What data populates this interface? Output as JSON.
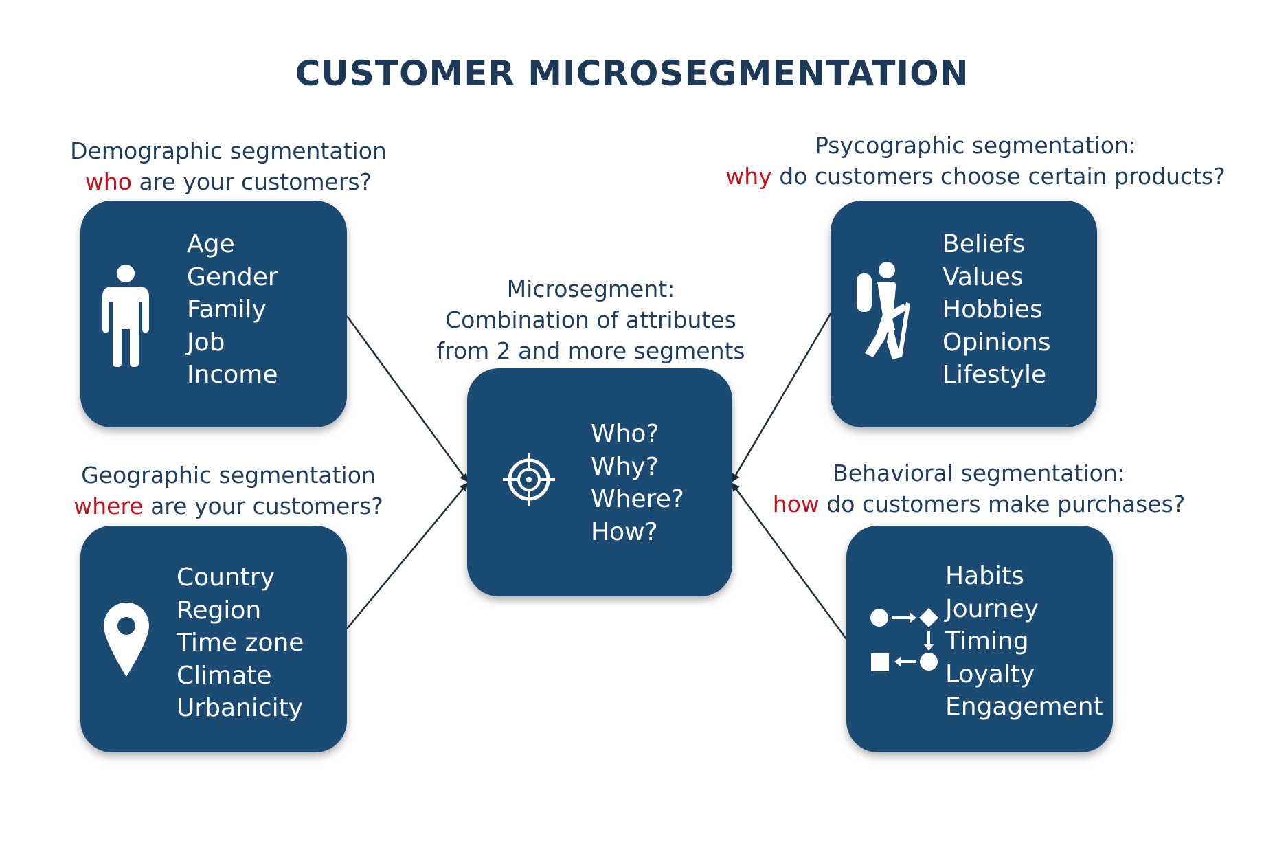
{
  "title": "CUSTOMER MICROSEGMENTATION",
  "demographic": {
    "heading": "Demographic segmentation",
    "question_word": "who",
    "question_rest": " are your customers?",
    "items": [
      "Age",
      "Gender",
      "Family",
      "Job",
      "Income"
    ],
    "icon": "person-icon"
  },
  "geographic": {
    "heading": "Geographic segmentation",
    "question_word": "where",
    "question_rest": " are your customers?",
    "items": [
      "Country",
      "Region",
      "Time zone",
      "Climate",
      "Urbanicity"
    ],
    "icon": "location-pin-icon"
  },
  "psychographic": {
    "heading": "Psycographic segmentation:",
    "question_word": "why",
    "question_rest": " do customers choose certain products?",
    "items": [
      "Beliefs",
      "Values",
      "Hobbies",
      "Opinions",
      "Lifestyle"
    ],
    "icon": "hiker-icon"
  },
  "behavioral": {
    "heading": "Behavioral segmentation:",
    "question_word": "how",
    "question_rest": " do customers make purchases?",
    "items": [
      "Habits",
      "Journey",
      "Timing",
      "Loyalty",
      "Engagement"
    ],
    "icon": "process-flow-icon"
  },
  "center": {
    "caption_lines": [
      "Microsegment:",
      "Combination of attributes",
      "from 2 and more segments"
    ],
    "items": [
      "Who?",
      "Why?",
      "Where?",
      "How?"
    ],
    "icon": "target-icon"
  },
  "colors": {
    "box": "#1b4a72",
    "heading": "#1f3d5c",
    "accent": "#c4121d",
    "connector": "#1f2e3d"
  }
}
